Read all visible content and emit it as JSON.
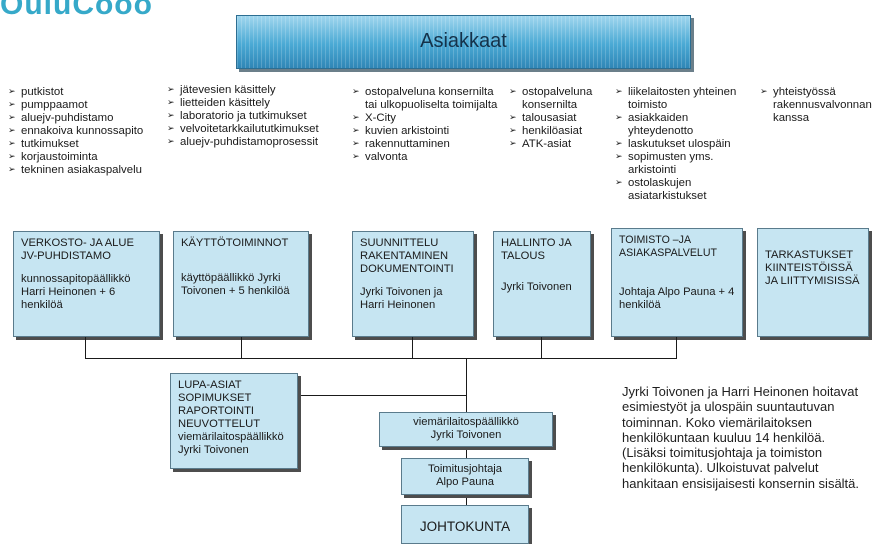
{
  "logo_text": "OuluCooo",
  "banner": {
    "title": "Asiakkaat"
  },
  "bullet_columns": [
    [
      "putkistot",
      "pumppaamot",
      "aluejv-puhdistamo",
      "ennakoiva kunnossapito",
      "tutkimukset",
      "korjaustoiminta",
      "tekninen asiakaspalvelu"
    ],
    [
      "jätevesien käsittely",
      "lietteiden käsittely",
      "laboratorio ja tutkimukset",
      "velvoitetarkkailututkimukset",
      "aluejv-puhdistamoprosessit"
    ],
    [
      "ostopalveluna konsernilta tai ulkopuoliselta toimijalta",
      "X-City",
      "kuvien arkistointi",
      "rakennuttaminen",
      "valvonta"
    ],
    [
      "ostopalveluna konsernilta",
      "talousasiat",
      "henkilöasiat",
      "ATK-asiat"
    ],
    [
      "liikelaitosten yhteinen toimisto",
      "asiakkaiden yhteydenotto",
      "laskutukset ulospäin",
      "sopimusten yms. arkistointi",
      "ostolaskujen asiatarkistukset"
    ],
    [
      "yhteistyössä rakennusvalvonnan kanssa"
    ]
  ],
  "units": [
    {
      "title": "VERKOSTO- JA ALUE JV-PUHDISTAMO",
      "detail": "kunnossapitopäällikkö Harri Heinonen + 6 henkilöä"
    },
    {
      "title": "KÄYTTÖTOIMINNOT",
      "detail": "käyttöpäällikkö Jyrki Toivonen + 5 henkilöä"
    },
    {
      "title": "SUUNNITTELU RAKENTAMINEN DOKUMENTOINTI",
      "detail": "Jyrki Toivonen ja Harri Heinonen"
    },
    {
      "title": "HALLINTO JA TALOUS",
      "detail": "Jyrki Toivonen"
    },
    {
      "title": "TOIMISTO –JA ASIAKASPALVELUT",
      "detail": "Johtaja Alpo Pauna + 4 henkilöä"
    },
    {
      "title": "TARKASTUKSET KIINTEISTÖISSÄ JA LIITTYMISISSÄ",
      "detail": ""
    }
  ],
  "lupa_box": {
    "title": "LUPA-ASIAT SOPIMUKSET RAPORTOINTI NEUVOTTELUT",
    "detail": "viemärilaitospäällikkö Jyrki Toivonen"
  },
  "manager_box": {
    "role": "viemärilaitospäällikkö",
    "name": "Jyrki Toivonen"
  },
  "ceo_box": {
    "role": "Toimitusjohtaja",
    "name": "Alpo Pauna"
  },
  "board_box": {
    "title": "JOHTOKUNTA"
  },
  "note": "Jyrki Toivonen ja Harri Heinonen hoitavat esimiestyöt ja ulospäin suuntautuvan toiminnan. Koko viemärilaitoksen henkilökuntaan kuuluu 14 henkilöä. (Lisäksi toimitusjohtaja ja toimiston henkilökunta). Ulkoistuvat palvelut hankitaan ensisijaisesti konsernin sisältä.",
  "colors": {
    "box_fill": "#c6e5f2",
    "banner": "#4aa9d4",
    "logo": "#36a9c9"
  }
}
